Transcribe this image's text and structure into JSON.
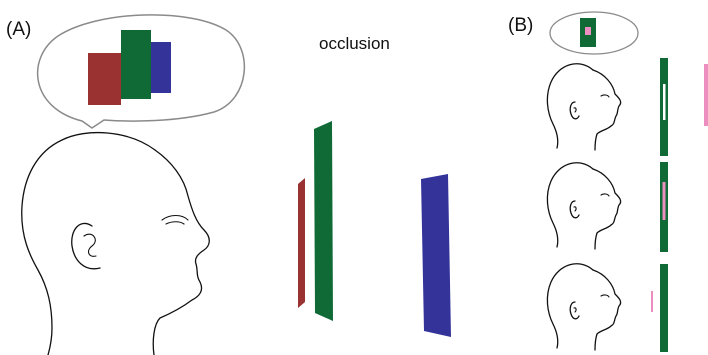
{
  "labels": {
    "panel_a": "(A)",
    "panel_b": "(B)",
    "occlusion": "occlusion"
  },
  "colors": {
    "red": "#9a3232",
    "green": "#0f6a36",
    "blue": "#33339a",
    "pink": "#ec8fc0",
    "line": "#111111",
    "bubble": "#8a8a8a"
  }
}
